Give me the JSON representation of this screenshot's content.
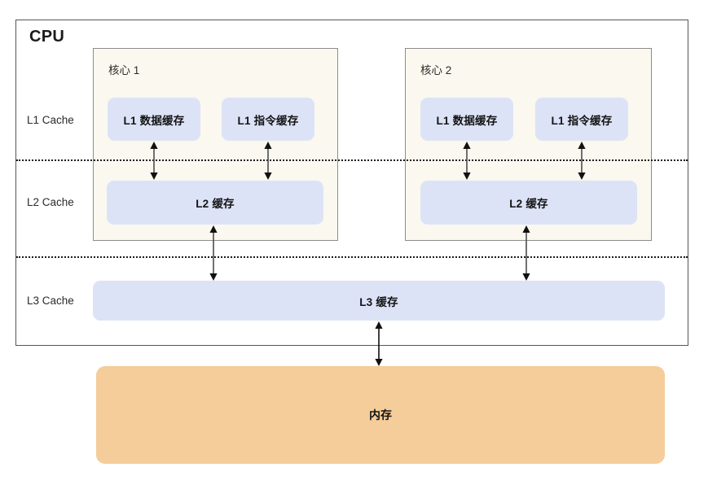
{
  "diagram": {
    "title": "CPU",
    "cpu_box_label": "CPU",
    "memory_label": "内存",
    "row_labels": {
      "l1": "L1 Cache",
      "l2": "L2 Cache",
      "l3": "L3 Cache"
    },
    "cores": [
      {
        "name": "核心 1",
        "l1_data": "L1 数据缓存",
        "l1_instruction": "L1 指令缓存",
        "l2": "L2 缓存"
      },
      {
        "name": "核心 2",
        "l1_data": "L1 数据缓存",
        "l1_instruction": "L1 指令缓存",
        "l2": "L2 缓存"
      }
    ],
    "l3_label": "L3 缓存",
    "colors": {
      "cache_fill": "#dde3f7",
      "core_fill": "#faf8ef",
      "memory_fill": "#f5cd9a",
      "cpu_border": "#565656",
      "core_border": "#8c8c8c",
      "divider": "#1c1c1c",
      "text": "#141414",
      "page_background": "#ffffff"
    }
  }
}
